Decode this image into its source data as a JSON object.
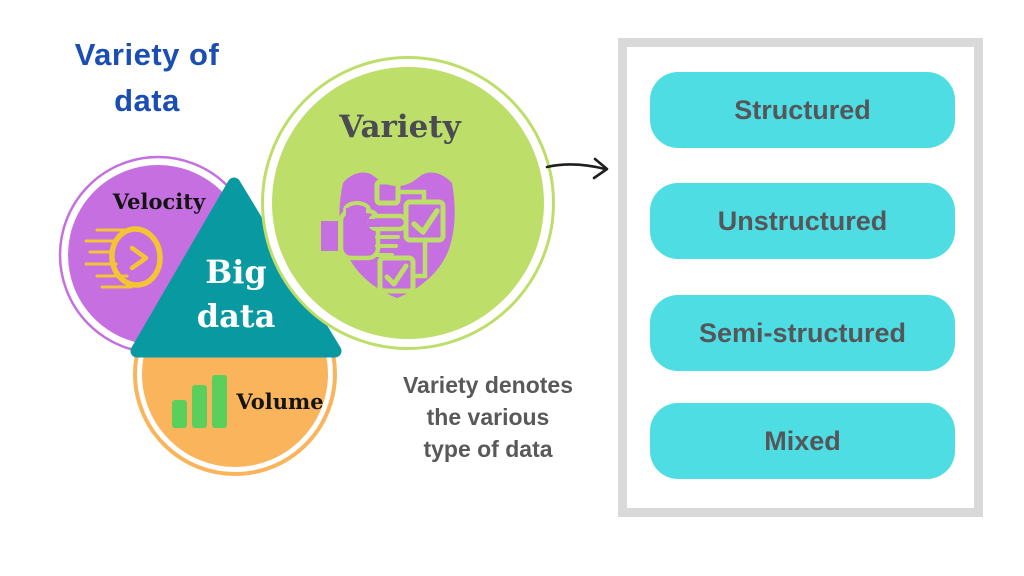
{
  "title": {
    "lines": [
      "Variety of",
      "data"
    ],
    "color": "#1b4eb2"
  },
  "venn": {
    "velocity": {
      "label": "Velocity",
      "icon": "speedometer-icon",
      "color": "#c56fe0",
      "icon_color": "#f5c435"
    },
    "variety": {
      "label": "Variety",
      "icon": "shield-checklist-icon",
      "color": "#bede6a",
      "icon_shield_color": "#c56fe0"
    },
    "volume": {
      "label": "Volume",
      "icon": "bar-chart-icon",
      "color": "#fab55c",
      "icon_color": "#5bcf5b"
    },
    "center": {
      "lines": [
        "Big",
        "data"
      ],
      "color": "#0999a0"
    }
  },
  "caption": {
    "lines": [
      "Variety denotes",
      "the various",
      "type of data"
    ],
    "color": "#595959"
  },
  "connector": {
    "icon": "arrow-right-icon",
    "color": "#1f1f1f"
  },
  "panel": {
    "border_color": "#d9d9d9",
    "item_color": "#4fdde4",
    "item_text_color": "#55565a",
    "items": [
      {
        "label": "Structured"
      },
      {
        "label": "Unstructured"
      },
      {
        "label": "Semi-structured"
      },
      {
        "label": "Mixed"
      }
    ]
  }
}
